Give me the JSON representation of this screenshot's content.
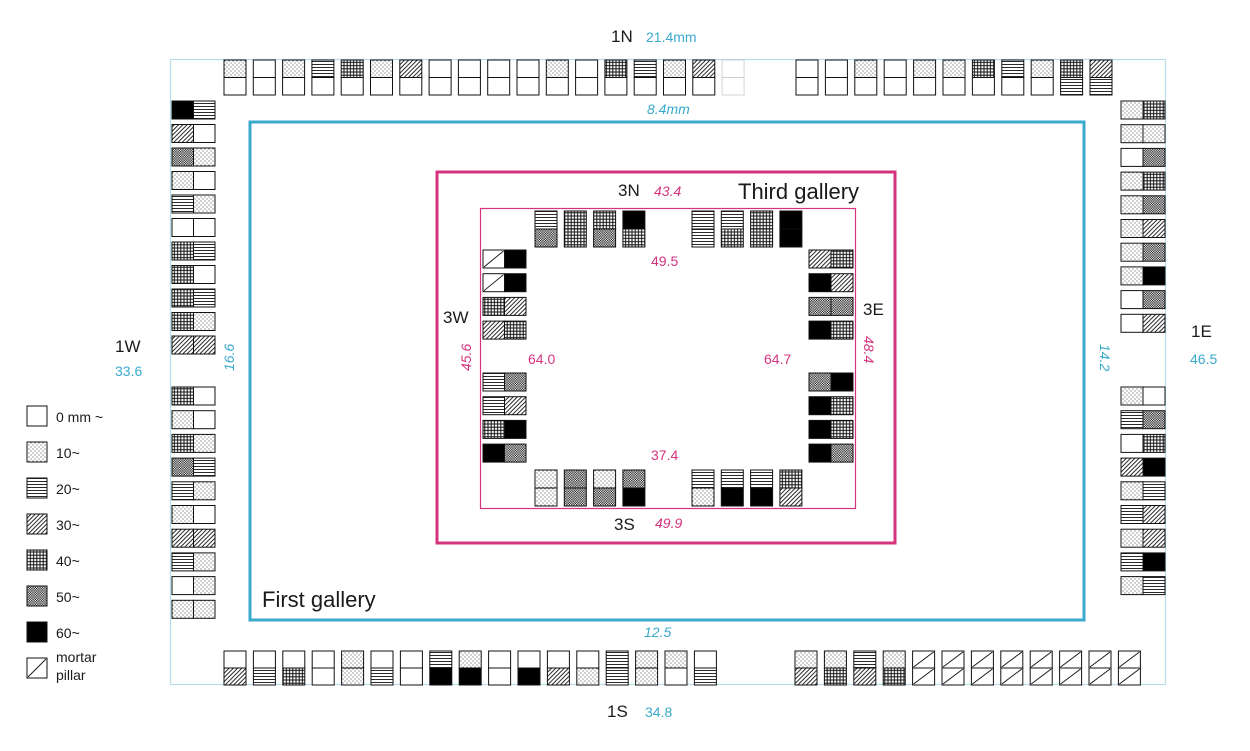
{
  "colors": {
    "first_gallery": "#3aa9cc",
    "third_gallery": "#d6337f",
    "frame": "#b7dcea",
    "ink": "#1a1a1a"
  },
  "labels": {
    "first_gallery": "First gallery",
    "third_gallery": "Third gallery",
    "n1": "1N",
    "n1_value": "21.4mm",
    "s1": "1S",
    "s1_value": "34.8",
    "w1": "1W",
    "w1_value": "33.6",
    "e1": "1E",
    "e1_value": "46.5",
    "first_top": "8.4mm",
    "first_bottom": "12.5",
    "first_left": "16.6",
    "first_right": "14.2",
    "n3": "3N",
    "n3_value": "43.4",
    "s3": "3S",
    "s3_value": "49.9",
    "w3": "3W",
    "w3_value": "45.6",
    "e3": "3E",
    "e3_value": "48.4",
    "inner_top": "49.5",
    "inner_bottom": "37.4",
    "inner_left": "64.0",
    "inner_right": "64.7"
  },
  "legend": [
    {
      "pattern": "p0",
      "label": "0 mm ~"
    },
    {
      "pattern": "p10",
      "label": "10~"
    },
    {
      "pattern": "p20",
      "label": "20~"
    },
    {
      "pattern": "p30",
      "label": "30~"
    },
    {
      "pattern": "p40",
      "label": "40~"
    },
    {
      "pattern": "p50",
      "label": "50~"
    },
    {
      "pattern": "p60",
      "label": "60~"
    },
    {
      "pattern": "pm",
      "label": "mortar",
      "label2": "pillar"
    }
  ],
  "pillars": {
    "first_north_left": [
      [
        "p10",
        "p0"
      ],
      [
        "p0",
        "p0"
      ],
      [
        "p10",
        "p0"
      ],
      [
        "p20",
        "p0"
      ],
      [
        "p40",
        "p0"
      ],
      [
        "p10",
        "p0"
      ],
      [
        "p30",
        "p0"
      ],
      [
        "p0",
        "p0"
      ],
      [
        "p0",
        "p0"
      ],
      [
        "p0",
        "p0"
      ],
      [
        "p0",
        "p0"
      ],
      [
        "p10",
        "p0"
      ],
      [
        "p0",
        "p0"
      ],
      [
        "p40",
        "p0"
      ],
      [
        "p20",
        "p0"
      ],
      [
        "p10",
        "p0"
      ],
      [
        "p30",
        "p0"
      ],
      [
        "blank",
        "blank"
      ]
    ],
    "first_north_right": [
      [
        "p0",
        "p0"
      ],
      [
        "p0",
        "p0"
      ],
      [
        "p10",
        "p0"
      ],
      [
        "p0",
        "p0"
      ],
      [
        "p10",
        "p0"
      ],
      [
        "p10",
        "p0"
      ],
      [
        "p40",
        "p0"
      ],
      [
        "p20",
        "p0"
      ],
      [
        "p10",
        "p0"
      ],
      [
        "p40",
        "p20"
      ],
      [
        "p30",
        "p20"
      ]
    ],
    "first_south_left": [
      [
        "p0",
        "p30"
      ],
      [
        "p0",
        "p20"
      ],
      [
        "p0",
        "p40"
      ],
      [
        "p0",
        "p0"
      ],
      [
        "p10",
        "p10"
      ],
      [
        "p0",
        "p20"
      ],
      [
        "p0",
        "p0"
      ],
      [
        "p20",
        "p60"
      ],
      [
        "p10",
        "p60"
      ],
      [
        "p0",
        "p0"
      ],
      [
        "p0",
        "p60"
      ],
      [
        "p0",
        "p30"
      ],
      [
        "p0",
        "p10"
      ],
      [
        "p20",
        "p20"
      ],
      [
        "p10",
        "p10"
      ],
      [
        "p10",
        "p0"
      ],
      [
        "p0",
        "p20"
      ]
    ],
    "first_south_right": [
      [
        "p10",
        "p30"
      ],
      [
        "p10",
        "p40"
      ],
      [
        "p20",
        "p30"
      ],
      [
        "p10",
        "p40"
      ],
      [
        "pm",
        "pm"
      ],
      [
        "pm",
        "pm"
      ],
      [
        "pm",
        "pm"
      ],
      [
        "pm",
        "pm"
      ],
      [
        "pm",
        "pm"
      ],
      [
        "pm",
        "pm"
      ],
      [
        "pm",
        "pm"
      ],
      [
        "pm",
        "pm"
      ]
    ],
    "first_west_top": [
      [
        "p60",
        "p20"
      ],
      [
        "p30",
        "p0"
      ],
      [
        "p50",
        "p10"
      ],
      [
        "p10",
        "p0"
      ],
      [
        "p20",
        "p10"
      ],
      [
        "p0",
        "p0"
      ],
      [
        "p40",
        "p20"
      ],
      [
        "p40",
        "p0"
      ],
      [
        "p40",
        "p20"
      ],
      [
        "p40",
        "p10"
      ],
      [
        "p30",
        "p30"
      ]
    ],
    "first_west_bottom": [
      [
        "p40",
        "p0"
      ],
      [
        "p10",
        "p0"
      ],
      [
        "p40",
        "p10"
      ],
      [
        "p50",
        "p20"
      ],
      [
        "p20",
        "p10"
      ],
      [
        "p10",
        "p0"
      ],
      [
        "p30",
        "p30"
      ],
      [
        "p20",
        "p10"
      ],
      [
        "p0",
        "p10"
      ],
      [
        "p10",
        "p10"
      ]
    ],
    "first_east_top": [
      [
        "p10",
        "p40"
      ],
      [
        "p10",
        "p10"
      ],
      [
        "p0",
        "p50"
      ],
      [
        "p10",
        "p40"
      ],
      [
        "p10",
        "p50"
      ],
      [
        "p10",
        "p30"
      ],
      [
        "p10",
        "p50"
      ],
      [
        "p10",
        "p60"
      ],
      [
        "p0",
        "p50"
      ],
      [
        "p0",
        "p30"
      ]
    ],
    "first_east_bottom": [
      [
        "p10",
        "p0"
      ],
      [
        "p20",
        "p50"
      ],
      [
        "p0",
        "p40"
      ],
      [
        "p30",
        "p60"
      ],
      [
        "p10",
        "p20"
      ],
      [
        "p20",
        "p30"
      ],
      [
        "p10",
        "p30"
      ],
      [
        "p20",
        "p60"
      ],
      [
        "p10",
        "p20"
      ]
    ],
    "third_north_left": [
      [
        "p20",
        "p50"
      ],
      [
        "p40",
        "p40"
      ],
      [
        "p40",
        "p50"
      ],
      [
        "p60",
        "p40"
      ]
    ],
    "third_north_right": [
      [
        "p20",
        "p20"
      ],
      [
        "p20",
        "p40"
      ],
      [
        "p40",
        "p40"
      ],
      [
        "p60",
        "p60"
      ]
    ],
    "third_south_left": [
      [
        "p10",
        "p10"
      ],
      [
        "p50",
        "p50"
      ],
      [
        "p10",
        "p50"
      ],
      [
        "p50",
        "p60"
      ]
    ],
    "third_south_right": [
      [
        "p20",
        "p10"
      ],
      [
        "p20",
        "p60"
      ],
      [
        "p20",
        "p60"
      ],
      [
        "p40",
        "p30"
      ]
    ],
    "third_west_top": [
      [
        "pm",
        "p60"
      ],
      [
        "pm",
        "p60"
      ],
      [
        "p40",
        "p30"
      ],
      [
        "p30",
        "p40"
      ]
    ],
    "third_west_bottom": [
      [
        "p20",
        "p50"
      ],
      [
        "p20",
        "p30"
      ],
      [
        "p40",
        "p60"
      ],
      [
        "p60",
        "p50"
      ]
    ],
    "third_east_top": [
      [
        "p30",
        "p40"
      ],
      [
        "p60",
        "p30"
      ],
      [
        "p50",
        "p50"
      ],
      [
        "p60",
        "p40"
      ]
    ],
    "third_east_bottom": [
      [
        "p50",
        "p60"
      ],
      [
        "p60",
        "p40"
      ],
      [
        "p60",
        "p40"
      ],
      [
        "p60",
        "p50"
      ]
    ]
  }
}
